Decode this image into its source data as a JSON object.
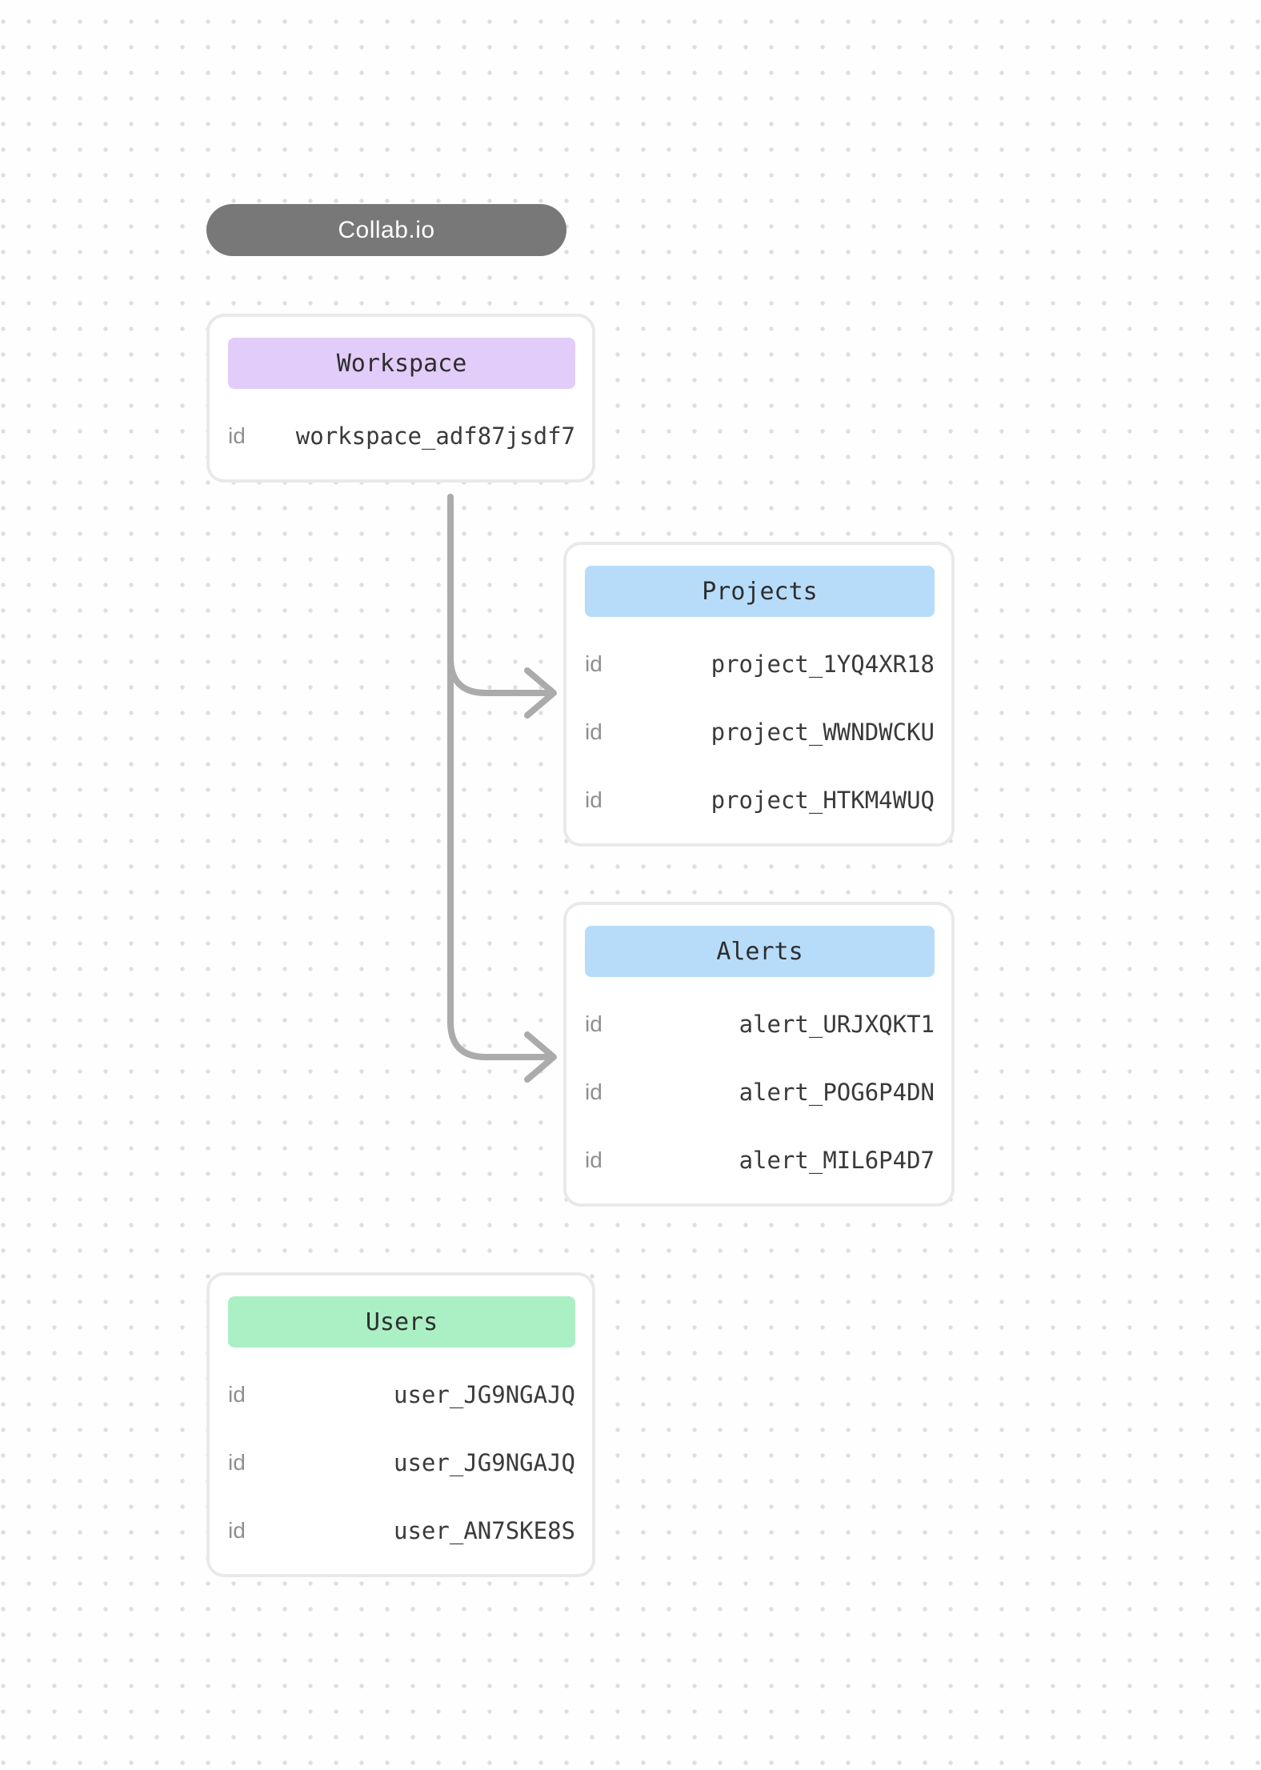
{
  "canvas": {
    "background_color": "#fefefe",
    "dot_color": "#dedede"
  },
  "diagram": {
    "title": "Collab.io",
    "title_pill_color": "#787878",
    "connector_color": "#ababab",
    "nodes": [
      {
        "title": "Workspace",
        "header_color": "#e2ccf9",
        "rows": [
          {
            "label": "id",
            "value": "workspace_adf87jsdf7"
          }
        ]
      },
      {
        "title": "Projects",
        "header_color": "#b7dcf9",
        "rows": [
          {
            "label": "id",
            "value": "project_1YQ4XR18"
          },
          {
            "label": "id",
            "value": "project_WWNDWCKU"
          },
          {
            "label": "id",
            "value": "project_HTKM4WUQ"
          }
        ]
      },
      {
        "title": "Alerts",
        "header_color": "#b7dcf9",
        "rows": [
          {
            "label": "id",
            "value": "alert_URJXQKT1"
          },
          {
            "label": "id",
            "value": "alert_POG6P4DN"
          },
          {
            "label": "id",
            "value": "alert_MIL6P4D7"
          }
        ]
      },
      {
        "title": "Users",
        "header_color": "#abefc5",
        "rows": [
          {
            "label": "id",
            "value": "user_JG9NGAJQ"
          },
          {
            "label": "id",
            "value": "user_JG9NGAJQ"
          },
          {
            "label": "id",
            "value": "user_AN7SKE8S"
          }
        ]
      }
    ],
    "edges": [
      {
        "from": "Workspace",
        "to": "Projects"
      },
      {
        "from": "Workspace",
        "to": "Alerts"
      }
    ]
  }
}
